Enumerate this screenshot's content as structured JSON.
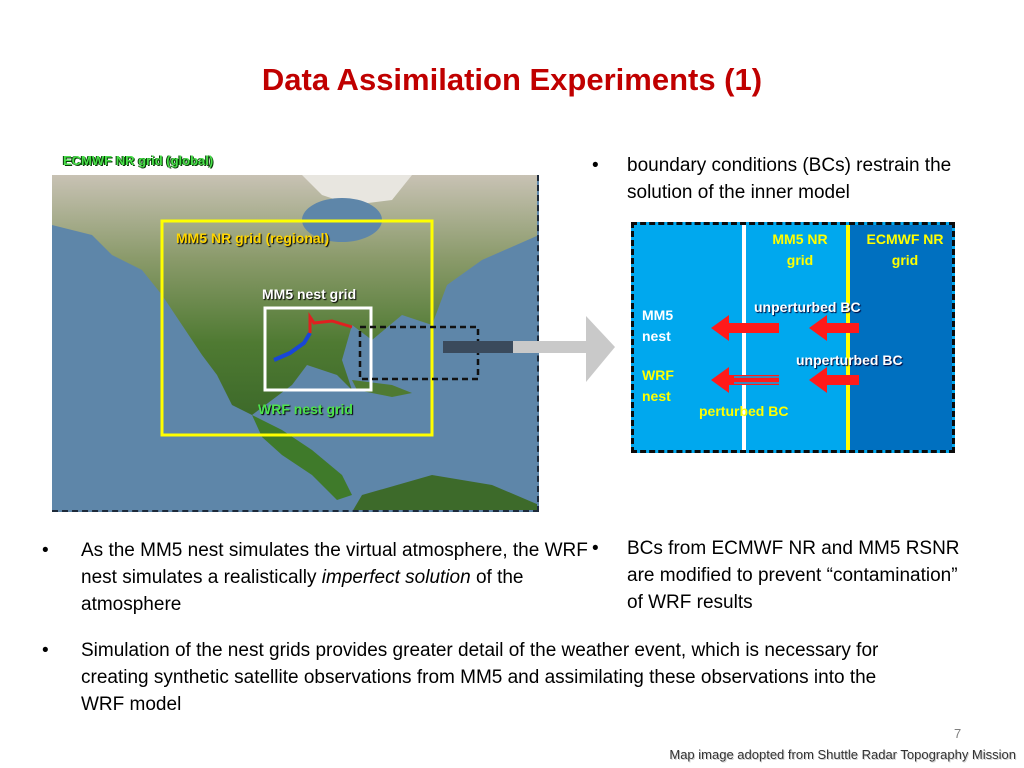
{
  "title": "Data Assimilation  Experiments (1)",
  "map": {
    "global_label": "ECMWF NR grid (global)",
    "regional_label": "MM5 NR grid (regional)",
    "nest_label": "MM5 nest grid",
    "wrf_label": "WRF nest grid"
  },
  "bullets": {
    "top_right": "boundary conditions (BCs) restrain the solution of the inner model",
    "bottom_left_pre": "As the MM5 nest simulates the virtual atmosphere, the WRF nest simulates a realistically ",
    "bottom_left_em": "imperfect solution",
    "bottom_left_post": " of the atmosphere",
    "bottom_right": "BCs from ECMWF NR and MM5 RSNR are modified to prevent “contamination” of WRF results",
    "full": "Simulation of the nest grids provides greater detail of the weather event, which is necessary for creating synthetic satellite observations from MM5 and assimilating these observations into the WRF model",
    "marker": "•"
  },
  "bc_diagram": {
    "mm5_nr": "MM5 NR grid",
    "ecmwf_nr": "ECMWF NR grid",
    "mm5_nest": "MM5 nest",
    "wrf_nest": "WRF nest",
    "unperturbed_1": "unperturbed BC",
    "unperturbed_2": "unperturbed BC",
    "perturbed": "perturbed BC"
  },
  "page_number": "7",
  "credit": "Map image adopted from Shuttle Radar Topography Mission",
  "colors": {
    "title": "#c00000",
    "bc_light": "#00a8ee",
    "bc_dark": "#0070c0",
    "arrow_red": "#ff1a1a",
    "regional_yellow": "#ffff00"
  }
}
